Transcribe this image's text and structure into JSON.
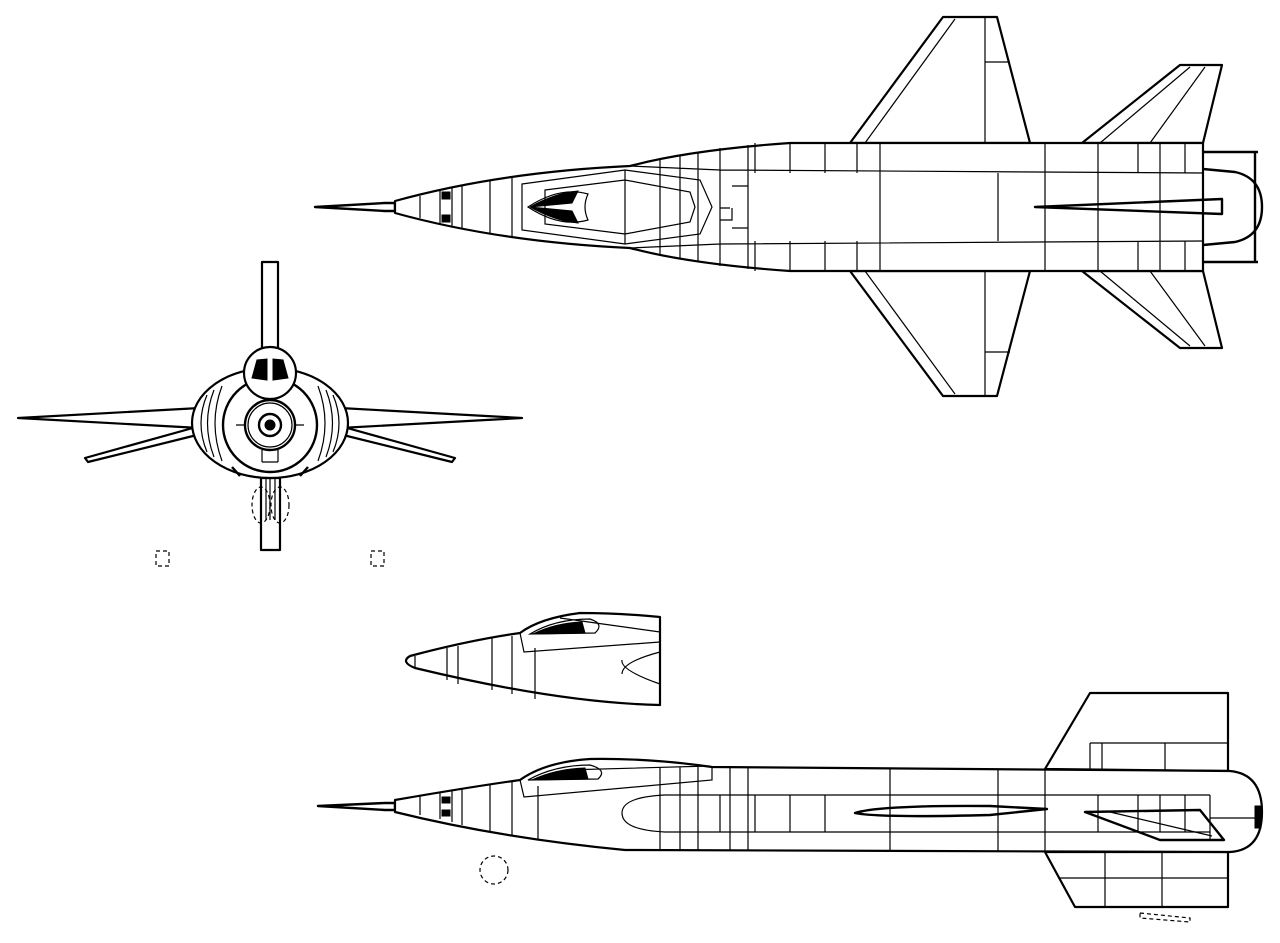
{
  "drawing": {
    "views": [
      "top-view",
      "front-view",
      "nose-detail-side-view",
      "side-view"
    ],
    "colors": {
      "line": "#000000",
      "background": "#ffffff"
    }
  }
}
